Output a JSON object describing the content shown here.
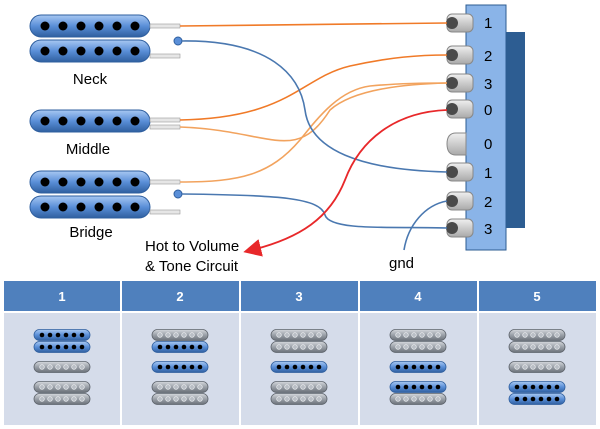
{
  "pickups": [
    {
      "label": "Neck"
    },
    {
      "label": "Middle"
    },
    {
      "label": "Bridge"
    }
  ],
  "switch_pins": [
    "1",
    "2",
    "3",
    "0",
    "0",
    "1",
    "2",
    "3"
  ],
  "annotations": {
    "hot_line1": "Hot to Volume",
    "hot_line2": "& Tone Circuit",
    "gnd": "gnd"
  },
  "positions_table": {
    "headers": [
      "1",
      "2",
      "3",
      "4",
      "5"
    ],
    "active": [
      [
        "neck-top",
        "neck-bottom"
      ],
      [
        "neck-bottom",
        "middle"
      ],
      [
        "middle"
      ],
      [
        "middle",
        "bridge-top"
      ],
      [
        "bridge-top",
        "bridge-bottom"
      ]
    ]
  },
  "colors": {
    "pickup_active": "#4f86d4",
    "pickup_inactive": "#8a9099",
    "switch_blue": "#8ab4e8",
    "switch_dark": "#2d5d92",
    "wire_orange": "#f07a28",
    "wire_light_orange": "#f2a35e",
    "wire_blue": "#4a78b0",
    "wire_red": "#e8282a",
    "header_blue": "#4f80bd",
    "table_bg": "#d5dcea"
  }
}
